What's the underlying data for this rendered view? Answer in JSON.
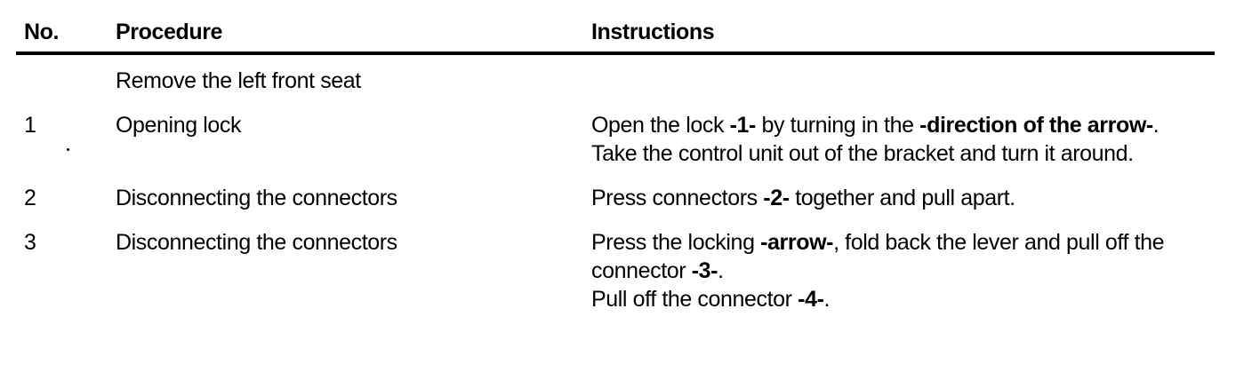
{
  "page": {
    "type": "scanned-manual-table",
    "colors": {
      "background": "#ffffff",
      "text": "#000000",
      "rule": "#000000"
    }
  },
  "table": {
    "columns": [
      {
        "key": "no",
        "label": "No."
      },
      {
        "key": "procedure",
        "label": "Procedure"
      },
      {
        "key": "instructions",
        "label": "Instructions"
      }
    ],
    "rows": [
      {
        "no": "",
        "procedure": "Remove the left front seat",
        "instructions": []
      },
      {
        "no": "1",
        "procedure": "Opening lock",
        "instructions": [
          [
            {
              "text": "Open the lock ",
              "bold": false
            },
            {
              "text": "-1-",
              "bold": true
            },
            {
              "text": " by turning in the ",
              "bold": false
            },
            {
              "text": "-direction of the arrow-",
              "bold": true
            },
            {
              "text": ". Take the control unit out of the bracket and turn it around.",
              "bold": false
            }
          ]
        ]
      },
      {
        "no": "2",
        "procedure": "Disconnecting the connectors",
        "instructions": [
          [
            {
              "text": "Press connectors ",
              "bold": false
            },
            {
              "text": "-2-",
              "bold": true
            },
            {
              "text": " together and pull apart.",
              "bold": false
            }
          ]
        ]
      },
      {
        "no": "3",
        "procedure": "Disconnecting the connectors",
        "instructions": [
          [
            {
              "text": "Press the locking ",
              "bold": false
            },
            {
              "text": "-arrow-",
              "bold": true
            },
            {
              "text": ", fold back the lever and pull off the connector ",
              "bold": false
            },
            {
              "text": "-3-",
              "bold": true
            },
            {
              "text": ".",
              "bold": false
            }
          ],
          [
            {
              "text": "Pull off the connector ",
              "bold": false
            },
            {
              "text": "-4-",
              "bold": true
            },
            {
              "text": ".",
              "bold": false
            }
          ]
        ]
      }
    ]
  }
}
